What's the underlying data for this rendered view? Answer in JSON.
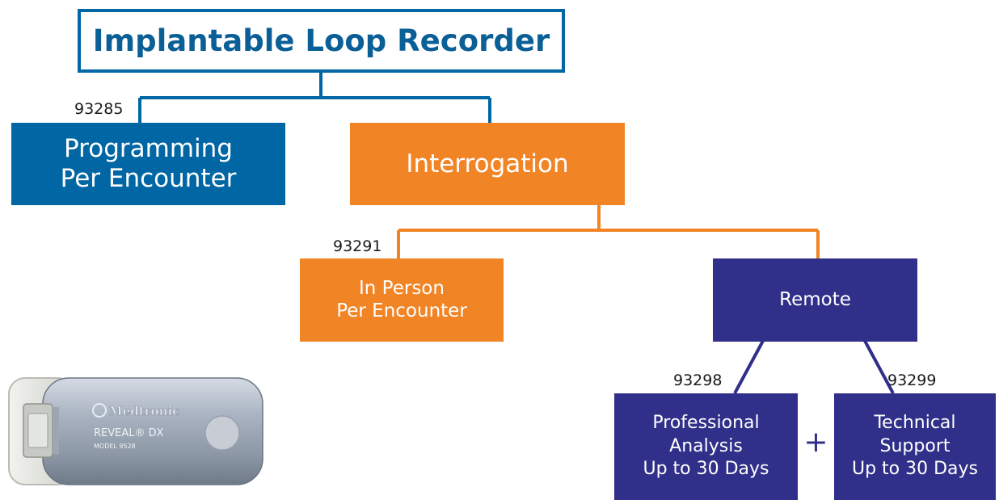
{
  "colors": {
    "blue": "#0066a4",
    "orange": "#f18425",
    "purple": "#30308a",
    "title_border": "#0066a4",
    "title_text": "#0a5f97"
  },
  "title": "Implantable Loop Recorder",
  "nodes": {
    "programming": {
      "code": "93285",
      "lines": [
        "Programming",
        "Per Encounter"
      ]
    },
    "interrogation": {
      "label": "Interrogation"
    },
    "in_person": {
      "code": "93291",
      "lines": [
        "In Person",
        "Per Encounter"
      ]
    },
    "remote": {
      "label": "Remote"
    },
    "professional": {
      "code": "93298",
      "lines": [
        "Professional",
        "Analysis",
        "Up to 30 Days"
      ]
    },
    "technical": {
      "code": "93299",
      "lines": [
        "Technical",
        "Support",
        "Up to 30 Days"
      ]
    },
    "plus": "+"
  },
  "device": {
    "brand": "Medtronic",
    "product": "REVEAL® DX",
    "model": "MODEL 9528"
  }
}
